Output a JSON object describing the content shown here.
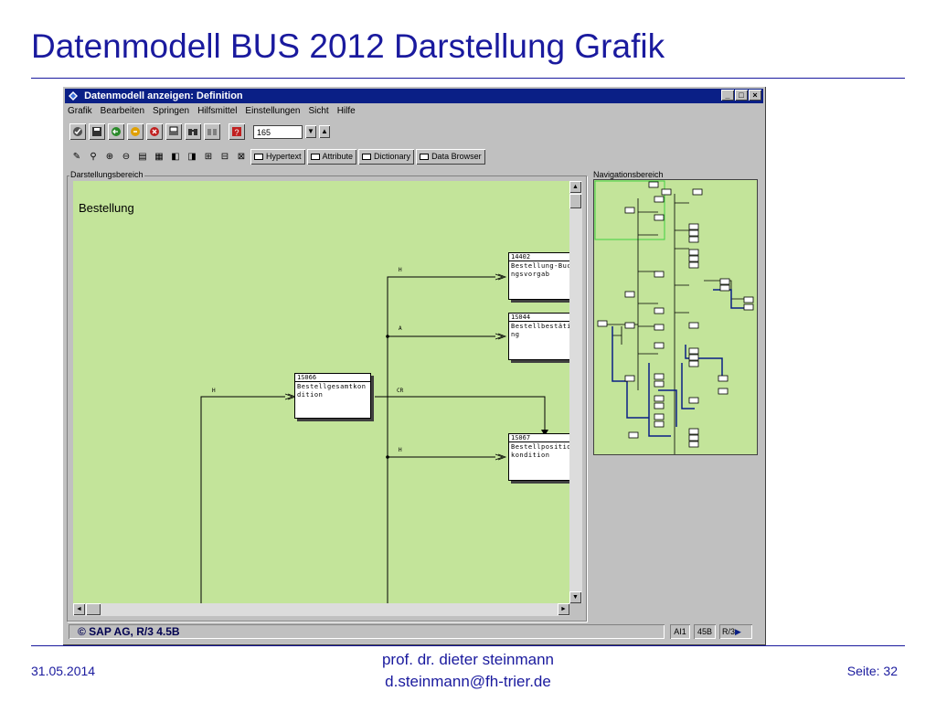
{
  "slide": {
    "title": "Datenmodell BUS 2012 Darstellung Grafik",
    "footer_date": "31.05.2014",
    "footer_author": "prof. dr. dieter steinmann",
    "footer_email": "d.steinmann@fh-trier.de",
    "footer_page": "Seite: 32"
  },
  "window": {
    "title": "Datenmodell anzeigen: Definition",
    "menu": [
      "Grafik",
      "Bearbeiten",
      "Springen",
      "Hilfsmittel",
      "Einstellungen",
      "Sicht",
      "Hilfe"
    ],
    "zoom_value": "165",
    "tab_buttons": [
      "Hypertext",
      "Attribute",
      "Dictionary",
      "Data Browser"
    ],
    "display_area_label": "Darstellungsbereich",
    "nav_area_label": "Navigationsbereich",
    "canvas_title": "Bestellung",
    "status_text": "© SAP AG, R/3 4.5B",
    "status_cells": [
      "AI1",
      "45B",
      "R/3"
    ]
  },
  "entities": [
    {
      "id": "14402",
      "name": "Bestellung-Buchungsvorgab"
    },
    {
      "id": "1S044",
      "name": "Bestellbestätigung"
    },
    {
      "id": "1S066",
      "name": "Bestellgesamtkondition"
    },
    {
      "id": "1S067",
      "name": "Bestellpositionskondition"
    }
  ],
  "relation_labels": [
    "H",
    "A",
    "H",
    "CR",
    "H"
  ],
  "colors": {
    "slide_blue": "#1a1a9e",
    "canvas_green": "#c3e49a",
    "titlebar": "#0a1f86",
    "window_gray": "#c0c0c0"
  }
}
